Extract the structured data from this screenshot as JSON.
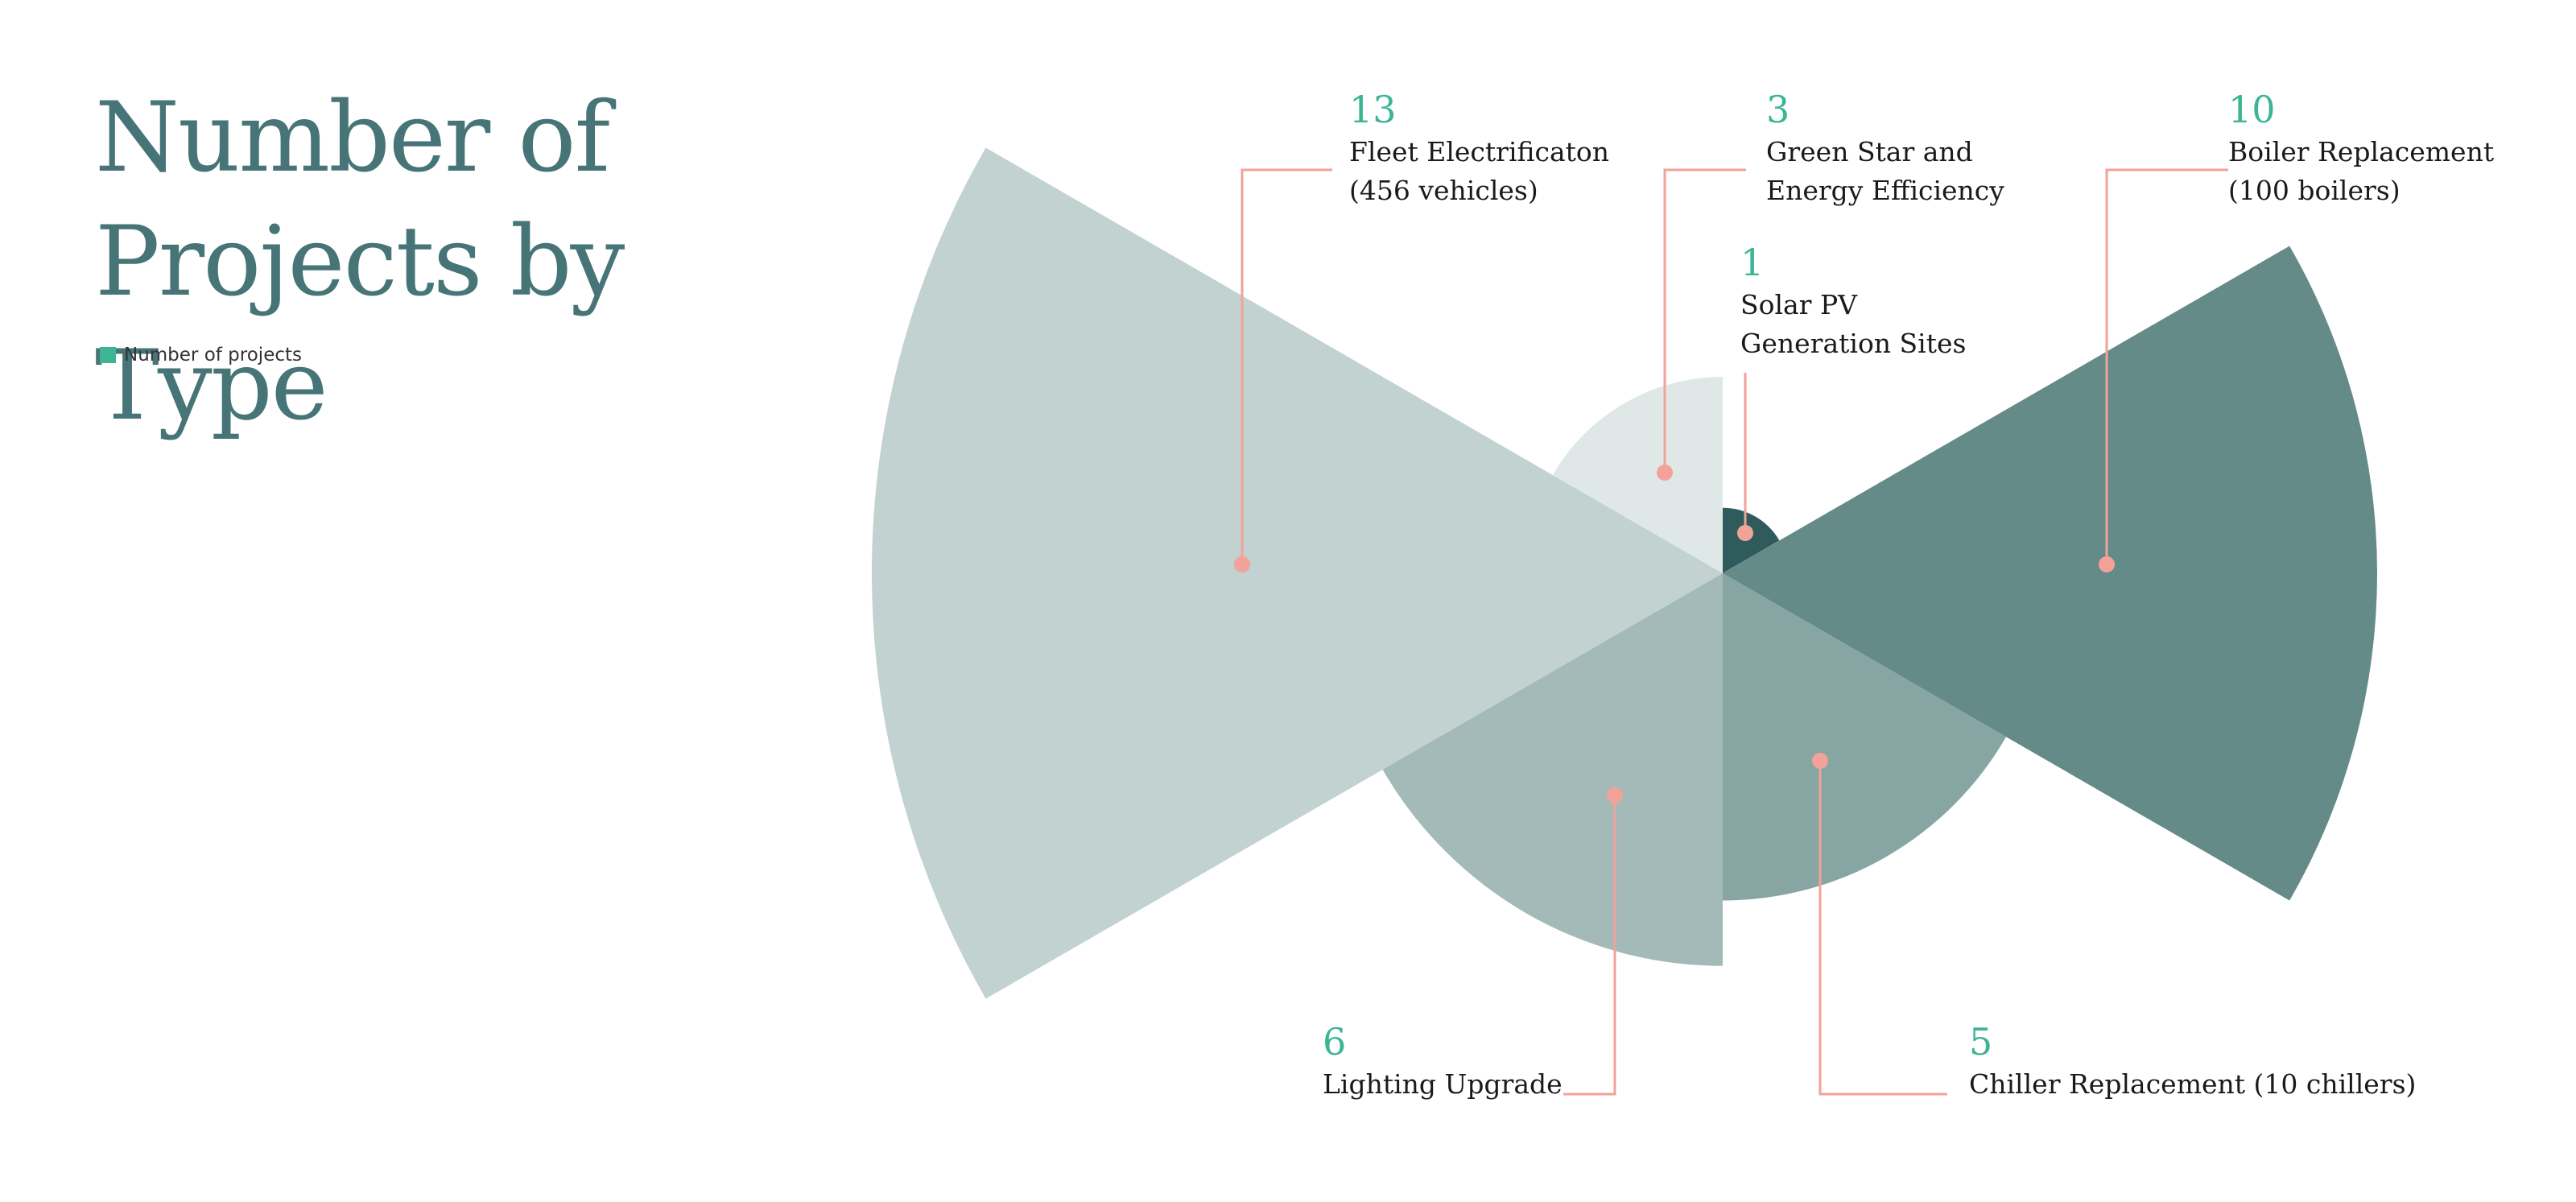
{
  "title": "Number of Projects by Type",
  "legend": {
    "label": "Number of projects",
    "color": "#3bb594"
  },
  "colors": {
    "value_text": "#3bb594",
    "leader": "#f3a29a",
    "title": "#477577"
  },
  "chart_data": {
    "type": "polar-area",
    "title": "Number of Projects by Type",
    "legend": [
      "Number of projects"
    ],
    "series": [
      {
        "name": "Number of projects",
        "values": [
          1,
          10,
          5,
          6,
          13,
          3
        ]
      }
    ],
    "categories": [
      {
        "value": 1,
        "lines": [
          "Solar PV",
          "Generation Sites"
        ],
        "color": "#2f5b5d"
      },
      {
        "value": 10,
        "lines": [
          "Boiler Replacement",
          "(100 boilers)"
        ],
        "color": "#658b89"
      },
      {
        "value": 5,
        "lines": [
          "Chiller Replacement (10 chillers)"
        ],
        "color": "#86a5a3"
      },
      {
        "value": 6,
        "lines": [
          "Lighting Upgrade"
        ],
        "color": "#a3bab9"
      },
      {
        "value": 13,
        "lines": [
          "Fleet Electrificaton",
          "(456 vehicles)"
        ],
        "color": "#c1d2d1"
      },
      {
        "value": 3,
        "lines": [
          "Green Star and",
          "Energy Efficiency"
        ],
        "color": "#e0e8e7"
      }
    ]
  }
}
